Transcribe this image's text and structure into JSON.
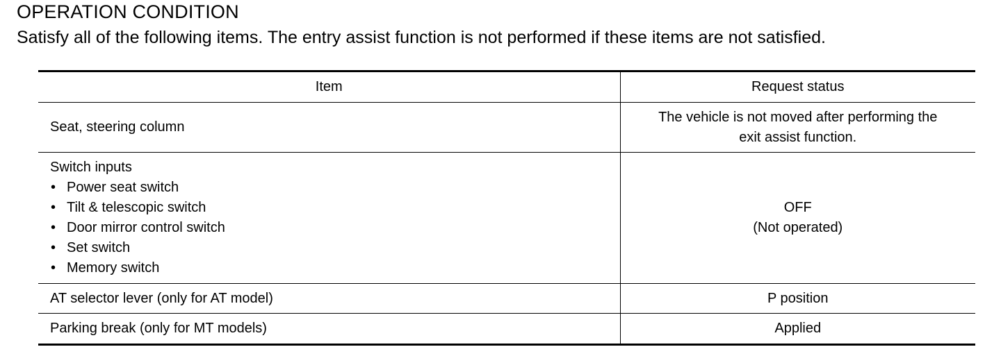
{
  "heading": "OPERATION CONDITION",
  "intro": "Satisfy all of the following items. The entry assist function is not performed if these items are not satisfied.",
  "table": {
    "headers": {
      "item": "Item",
      "status": "Request status"
    },
    "rows": [
      {
        "item": "Seat, steering column",
        "status_lines": [
          "The vehicle is not moved after performing the",
          "exit assist function."
        ]
      },
      {
        "item": "Switch inputs",
        "bullets": [
          "Power seat switch",
          "Tilt & telescopic switch",
          "Door mirror control switch",
          "Set switch",
          "Memory switch"
        ],
        "status_lines": [
          "OFF",
          "(Not operated)"
        ]
      },
      {
        "item": "AT selector lever (only for AT model)",
        "status_lines": [
          "P position"
        ]
      },
      {
        "item": "Parking break (only for MT models)",
        "status_lines": [
          "Applied"
        ]
      }
    ]
  }
}
